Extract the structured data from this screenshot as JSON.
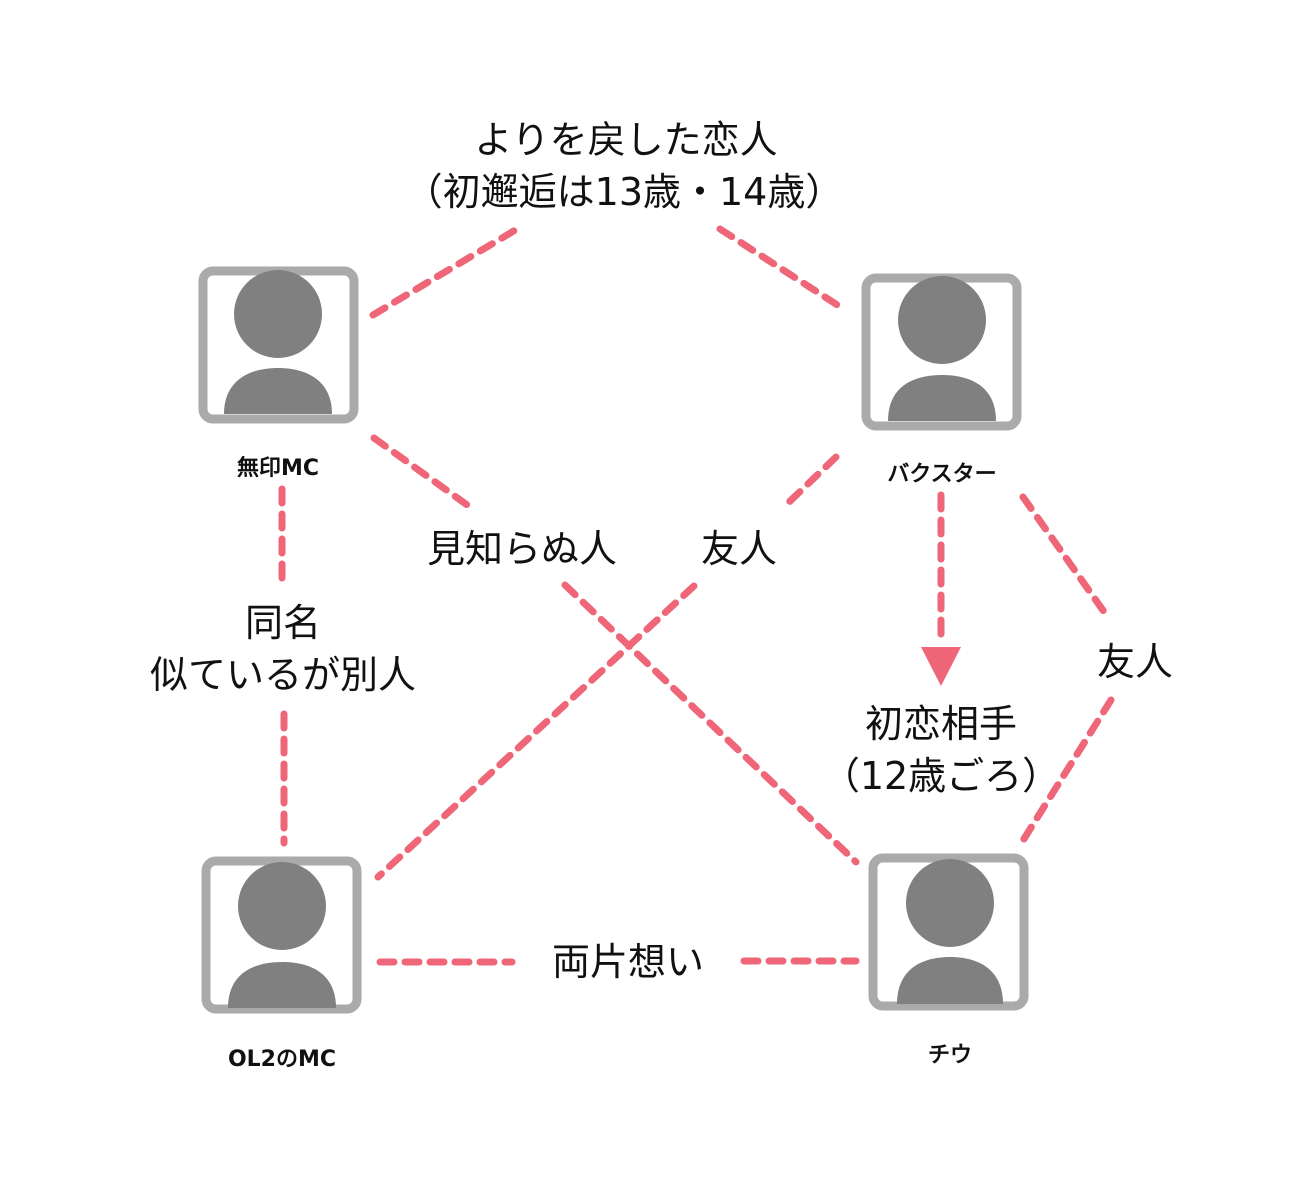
{
  "colors": {
    "edge": "#ee6677",
    "avatar_border": "#aaaaaa",
    "avatar_silhouette": "#808080",
    "text": "#111111"
  },
  "nodes": [
    {
      "id": "mujirushi-mc",
      "label": "無印MC",
      "icon": "person-silhouette-icon"
    },
    {
      "id": "baxter",
      "label": "バクスター",
      "icon": "person-silhouette-icon"
    },
    {
      "id": "ol2-mc",
      "label": "OL2のMC",
      "icon": "person-silhouette-icon"
    },
    {
      "id": "chiu",
      "label": "チウ",
      "icon": "person-silhouette-icon"
    }
  ],
  "edges": [
    {
      "from": "mujirushi-mc",
      "to": "baxter",
      "style": "dashed",
      "directed": false,
      "label_lines": [
        "よりを戻した恋人",
        "（初邂逅は13歳・14歳）"
      ]
    },
    {
      "from": "mujirushi-mc",
      "to": "ol2-mc",
      "style": "dashed",
      "directed": false,
      "label_lines": [
        "同名",
        "似ているが別人"
      ]
    },
    {
      "from": "mujirushi-mc",
      "to": "chiu",
      "style": "dashed",
      "directed": false,
      "label_lines": [
        "見知らぬ人"
      ]
    },
    {
      "from": "baxter",
      "to": "ol2-mc",
      "style": "dashed",
      "directed": false,
      "label_lines": [
        "友人"
      ]
    },
    {
      "from": "baxter",
      "to": "chiu",
      "style": "dashed",
      "directed": true,
      "label_lines": [
        "初恋相手",
        "（12歳ごろ）"
      ]
    },
    {
      "from": "baxter",
      "to": "chiu",
      "style": "dashed",
      "directed": false,
      "label_lines": [
        "友人"
      ]
    },
    {
      "from": "ol2-mc",
      "to": "chiu",
      "style": "dashed",
      "directed": false,
      "label_lines": [
        "両片想い"
      ]
    }
  ]
}
